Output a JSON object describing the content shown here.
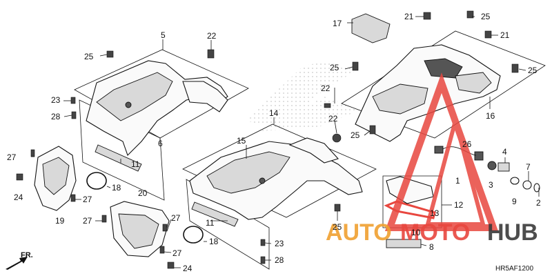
{
  "diagram_code": "HR5AF1200",
  "direction_label": "FR.",
  "watermark": {
    "brand_left": "AUTO",
    "brand_mid": "MOTO",
    "brand_right": "HUB",
    "color_red": "#e8473f",
    "color_orange": "#f0a030",
    "color_dark": "#3a3a3a"
  },
  "callouts": [
    {
      "id": "c1",
      "text": "1"
    },
    {
      "id": "c2",
      "text": "2"
    },
    {
      "id": "c3",
      "text": "3"
    },
    {
      "id": "c4",
      "text": "4"
    },
    {
      "id": "c5",
      "text": "5"
    },
    {
      "id": "c6",
      "text": "6"
    },
    {
      "id": "c7",
      "text": "7"
    },
    {
      "id": "c8",
      "text": "8"
    },
    {
      "id": "c9",
      "text": "9"
    },
    {
      "id": "c10",
      "text": "10"
    },
    {
      "id": "c11a",
      "text": "11"
    },
    {
      "id": "c11b",
      "text": "11"
    },
    {
      "id": "c12",
      "text": "12"
    },
    {
      "id": "c13",
      "text": "13"
    },
    {
      "id": "c14",
      "text": "14"
    },
    {
      "id": "c15",
      "text": "15"
    },
    {
      "id": "c16",
      "text": "16"
    },
    {
      "id": "c17",
      "text": "17"
    },
    {
      "id": "c18a",
      "text": "18"
    },
    {
      "id": "c18b",
      "text": "18"
    },
    {
      "id": "c19",
      "text": "19"
    },
    {
      "id": "c20",
      "text": "20"
    },
    {
      "id": "c21a",
      "text": "21"
    },
    {
      "id": "c21b",
      "text": "21"
    },
    {
      "id": "c22a",
      "text": "22"
    },
    {
      "id": "c22b",
      "text": "22"
    },
    {
      "id": "c22c",
      "text": "22"
    },
    {
      "id": "c23a",
      "text": "23"
    },
    {
      "id": "c23b",
      "text": "23"
    },
    {
      "id": "c24a",
      "text": "24"
    },
    {
      "id": "c24b",
      "text": "24"
    },
    {
      "id": "c25a",
      "text": "25"
    },
    {
      "id": "c25b",
      "text": "25"
    },
    {
      "id": "c25c",
      "text": "25"
    },
    {
      "id": "c25d",
      "text": "25"
    },
    {
      "id": "c25e",
      "text": "25"
    },
    {
      "id": "c25f",
      "text": "25"
    },
    {
      "id": "c26",
      "text": "26"
    },
    {
      "id": "c27a",
      "text": "27"
    },
    {
      "id": "c27b",
      "text": "27"
    },
    {
      "id": "c27c",
      "text": "27"
    },
    {
      "id": "c27d",
      "text": "27"
    },
    {
      "id": "c27e",
      "text": "27"
    },
    {
      "id": "c28a",
      "text": "28"
    },
    {
      "id": "c28b",
      "text": "28"
    }
  ]
}
